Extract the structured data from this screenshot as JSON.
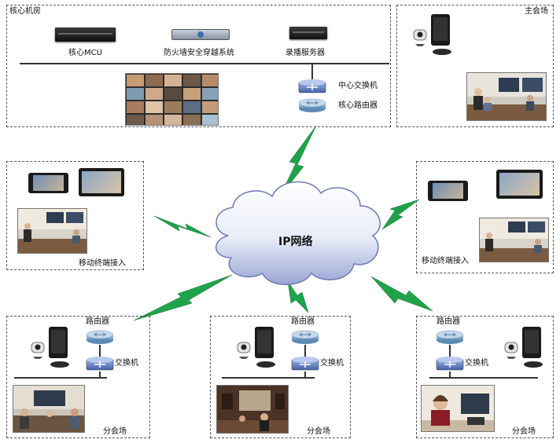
{
  "core": {
    "title": "核心机房",
    "mcu": "核心MCU",
    "firewall": "防火墙安全穿越系统",
    "recorder": "录播服务器",
    "switch": "中心交换机",
    "router": "核心路由器"
  },
  "main_site": {
    "title": "主会场"
  },
  "mobile_left": {
    "label": "移动终端接入"
  },
  "mobile_right": {
    "label": "移动终端接入"
  },
  "cloud": {
    "label": "IP网络"
  },
  "branches": [
    {
      "router": "路由器",
      "switch": "交换机",
      "label": "分会场"
    },
    {
      "router": "路由器",
      "switch": "交换机",
      "label": "分会场"
    },
    {
      "router": "路由器",
      "switch": "交换机",
      "label": "分会场"
    }
  ],
  "colors": {
    "link": "#1fa34a",
    "router": "#6f9ec6",
    "switch": "#5b7fc0"
  },
  "icons": [
    "server-rack-icon",
    "firewall-icon",
    "router-icon",
    "switch-icon",
    "video-terminal-icon",
    "tablet-icon",
    "phone-icon",
    "cloud-icon",
    "lightning-link-icon"
  ]
}
